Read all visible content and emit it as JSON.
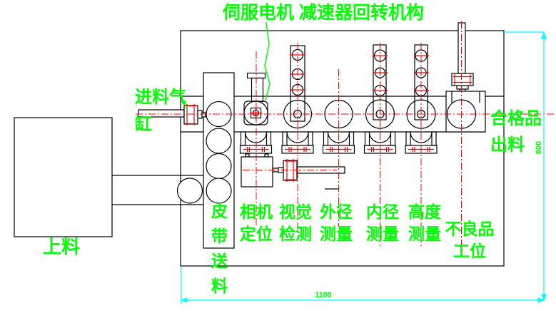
{
  "title": "伺服电机 减速器回转机构",
  "labels": {
    "feed_cylinder": {
      "line1": "进料气",
      "line2": "缸"
    },
    "loading": "上料",
    "belt": {
      "c0": "皮",
      "c1": "带",
      "c2": "送",
      "c3": "料"
    },
    "discharge": {
      "line1": "合格品",
      "line2": "出料"
    }
  },
  "stations": [
    {
      "line1": "相机",
      "line2": "定位"
    },
    {
      "line1": "视觉",
      "line2": "检测"
    },
    {
      "line1": "外径",
      "line2": "测量"
    },
    {
      "line1": "内径",
      "line2": "测量"
    },
    {
      "line1": "高度",
      "line2": "测量"
    },
    {
      "line1": "不良品",
      "line2": "工位"
    }
  ],
  "dimensions": {
    "width": "1100",
    "height": "800"
  },
  "colors": {
    "text": "#00ff00",
    "line": "#000000",
    "centerline": "#ff0000",
    "dimension": "#00ffff",
    "background": "#ffffff"
  }
}
